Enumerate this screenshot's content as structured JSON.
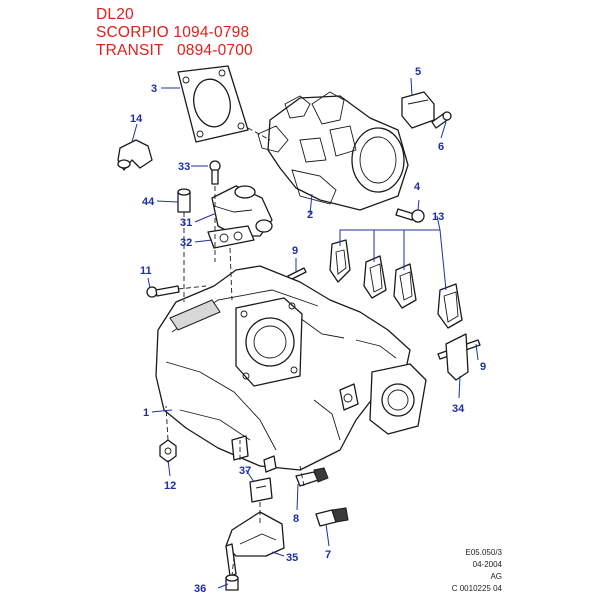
{
  "header": {
    "line1": "DL20",
    "line2": "SCORPIO 1094-0798",
    "line3": "TRANSIT   0894-0700"
  },
  "callouts": {
    "c1": "1",
    "c2": "2",
    "c3": "3",
    "c4": "4",
    "c5": "5",
    "c6": "6",
    "c7": "7",
    "c8": "8",
    "c9a": "9",
    "c9b": "9",
    "c11": "11",
    "c12": "12",
    "c13": "13",
    "c14": "14",
    "c31": "31",
    "c32": "32",
    "c33": "33",
    "c34": "34",
    "c35": "35",
    "c36": "36",
    "c37": "37",
    "c44": "44"
  },
  "footer": {
    "ref": "E05.050/3",
    "date": "04-2004",
    "code": "AG",
    "doc": "C 0010225 04"
  },
  "colors": {
    "header": "#e0201a",
    "callout": "#1f2fa0",
    "line": "#1a1a1a"
  }
}
